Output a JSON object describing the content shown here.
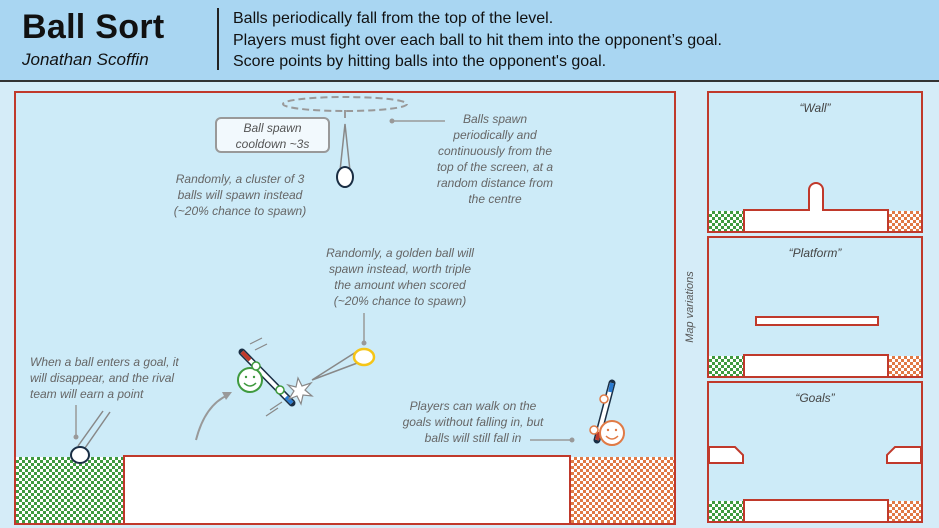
{
  "header": {
    "title": "Ball Sort",
    "author": "Jonathan Scoffin",
    "rules": [
      "Balls periodically fall from the top of the level.",
      "Players must fight over each ball to hit them into the opponent’s goal.",
      "Score points by hitting balls into the opponent's goal."
    ]
  },
  "main": {
    "spawn_box": [
      "Ball spawn",
      "cooldown ~3s"
    ],
    "notes": {
      "spawn": [
        "Balls spawn",
        "periodically and",
        "continuously from the",
        "top of the screen, at a",
        "random distance from",
        "the centre"
      ],
      "cluster": [
        "Randomly, a cluster of 3",
        "balls will spawn instead",
        "(~20% chance to spawn)"
      ],
      "golden": [
        "Randomly, a golden ball will",
        "spawn instead, worth triple",
        "the amount when scored",
        "(~20% chance to spawn)"
      ],
      "goal": [
        "When a ball enters a goal, it",
        "will disappear, and the rival",
        "team will earn a point"
      ],
      "walk": [
        "Players can walk on the",
        "goals without falling in, but",
        "balls will still fall in"
      ]
    }
  },
  "side": {
    "label": "Map variations",
    "variations": [
      "“Wall”",
      "“Platform”",
      "“Goals”"
    ]
  },
  "colors": {
    "border": "#c0392b",
    "green_team": "#3f9a3f",
    "orange_team": "#e07a45",
    "golden_ball": "#f5c518"
  }
}
